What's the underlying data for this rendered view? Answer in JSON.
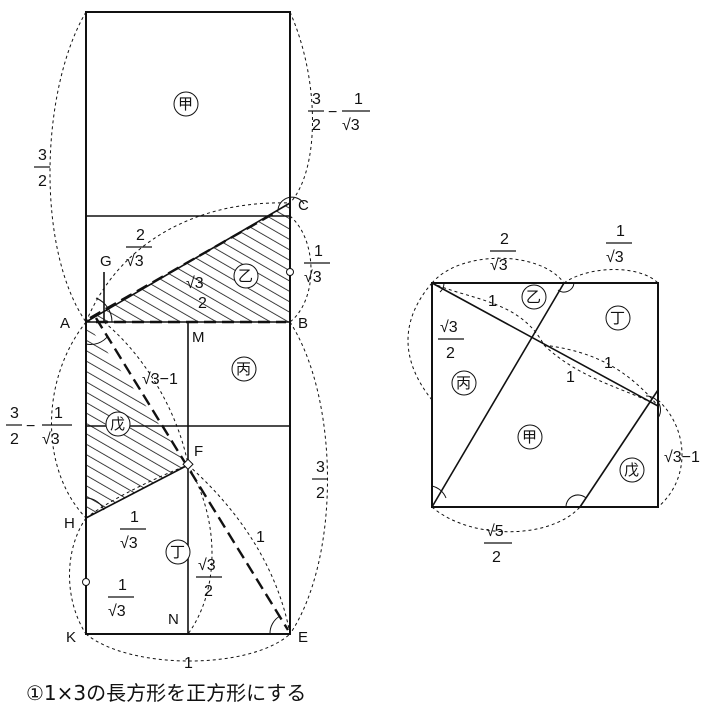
{
  "caption": "①1×3の長方形を正方形にする",
  "points": {
    "A": "A",
    "B": "B",
    "C": "C",
    "E": "E",
    "F": "F",
    "G": "G",
    "H": "H",
    "K": "K",
    "M": "M",
    "N": "N"
  },
  "pieces": {
    "kou": "甲",
    "otsu": "乙",
    "hei": "丙",
    "tei": "丁",
    "bo": "戊"
  },
  "labels": {
    "three": "3",
    "two": "2",
    "one": "1",
    "minus": "−",
    "sqrt3_minus_1": "√3−1",
    "sqrt3": "√3",
    "sqrt5": "√5",
    "three_over_two_top": "3",
    "two_den": "2"
  },
  "hatch_color": "#111111"
}
